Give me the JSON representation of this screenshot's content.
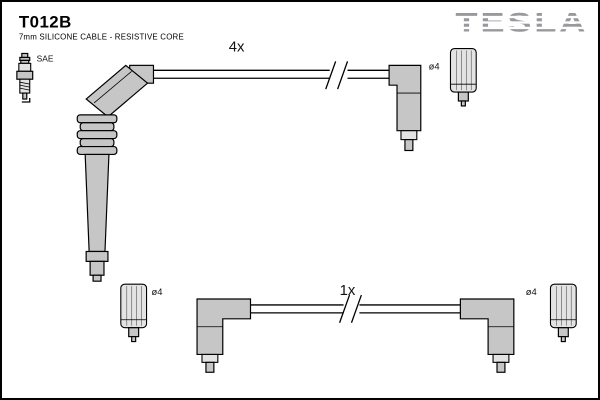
{
  "header": {
    "part_number": "T012B",
    "subtitle": "7mm SILICONE CABLE - RESISTIVE CORE",
    "brand": "TESLA"
  },
  "spark_plug": {
    "label": "SAE"
  },
  "cable_4x": {
    "quantity_label": "4x",
    "terminal_dia_label": "ø4"
  },
  "cable_1x": {
    "quantity_label": "1x",
    "terminal_dia_label_left": "ø4",
    "terminal_dia_label_right": "ø4"
  },
  "colors": {
    "background": "#ffffff",
    "line": "#000000",
    "boot_fill": "#c6c6c6",
    "sleeve_fill": "#e3e3e3",
    "brand_gray": "#97999c"
  }
}
